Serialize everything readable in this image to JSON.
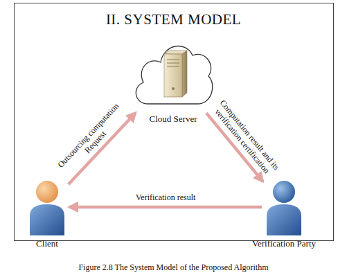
{
  "diagram": {
    "title": "II. SYSTEM MODEL",
    "caption": "Figure 2.8    The System Model of the Proposed Algorithm",
    "nodes": [
      {
        "text": [
          "Cloud Server"
        ]
      },
      {
        "text": [
          "Client"
        ]
      },
      {
        "text": [
          "Verification Party"
        ]
      }
    ],
    "edges": [
      {
        "from": 1,
        "to": 0,
        "label": "Outsourcing computation Request",
        "arrow": "to"
      },
      {
        "from": 0,
        "to": 2,
        "label": "Computation result and its verification certification",
        "arrow": "to"
      },
      {
        "from": 2,
        "to": 1,
        "label": "Verification result",
        "arrow": "to"
      }
    ]
  }
}
